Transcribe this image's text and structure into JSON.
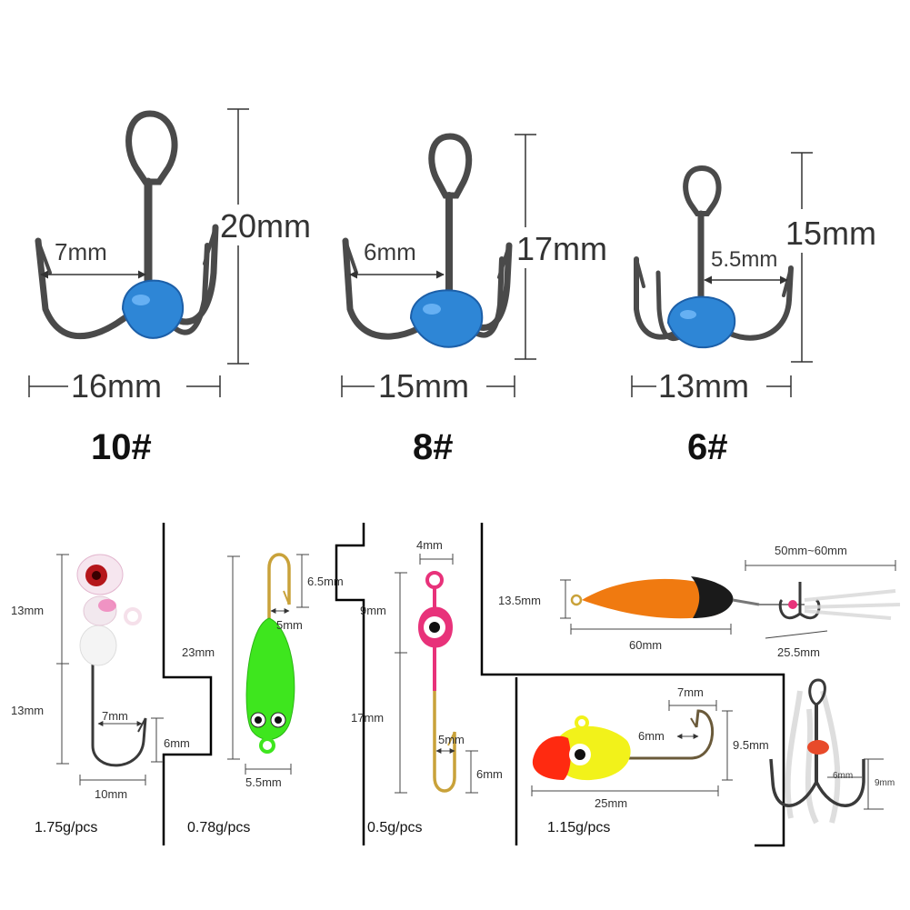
{
  "colors": {
    "bead_blue": "#2e86d6",
    "hook_metal": "#4a4a4a",
    "gold_hook": "#c9a23a",
    "jig_green": "#3ee61e",
    "jig_pink": "#e8327a",
    "jig_orange": "#f07a10",
    "jig_yellow": "#f2f21a",
    "jig_red": "#ff2a10"
  },
  "treble_hooks": [
    {
      "width": "16mm",
      "height": "20mm",
      "gap": "7mm",
      "size": "10#"
    },
    {
      "width": "15mm",
      "height": "17mm",
      "gap": "6mm",
      "size": "8#"
    },
    {
      "width": "13mm",
      "height": "15mm",
      "gap": "5.5mm",
      "size": "6#"
    }
  ],
  "jigs": [
    {
      "upper": "13mm",
      "lower": "13mm",
      "gap": "7mm",
      "bend": "6mm",
      "width": "10mm",
      "weight": "1.75g/pcs"
    },
    {
      "eye": "6.5mm",
      "length": "23mm",
      "gap": "5mm",
      "width": "5.5mm",
      "weight": "0.78g/pcs"
    },
    {
      "top": "4mm",
      "head": "9mm",
      "shank": "17mm",
      "gap": "5mm",
      "bend": "6mm",
      "weight": "0.5g/pcs"
    },
    {
      "gap": "7mm",
      "bend": "6mm",
      "height": "9.5mm",
      "length": "25mm",
      "weight": "1.15g/pcs"
    }
  ],
  "spoon": {
    "height": "13.5mm",
    "length": "60mm",
    "hook_width": "25.5mm",
    "total": "50mm~60mm"
  },
  "fly_hook": {
    "gap": "6mm",
    "height": "9mm"
  }
}
